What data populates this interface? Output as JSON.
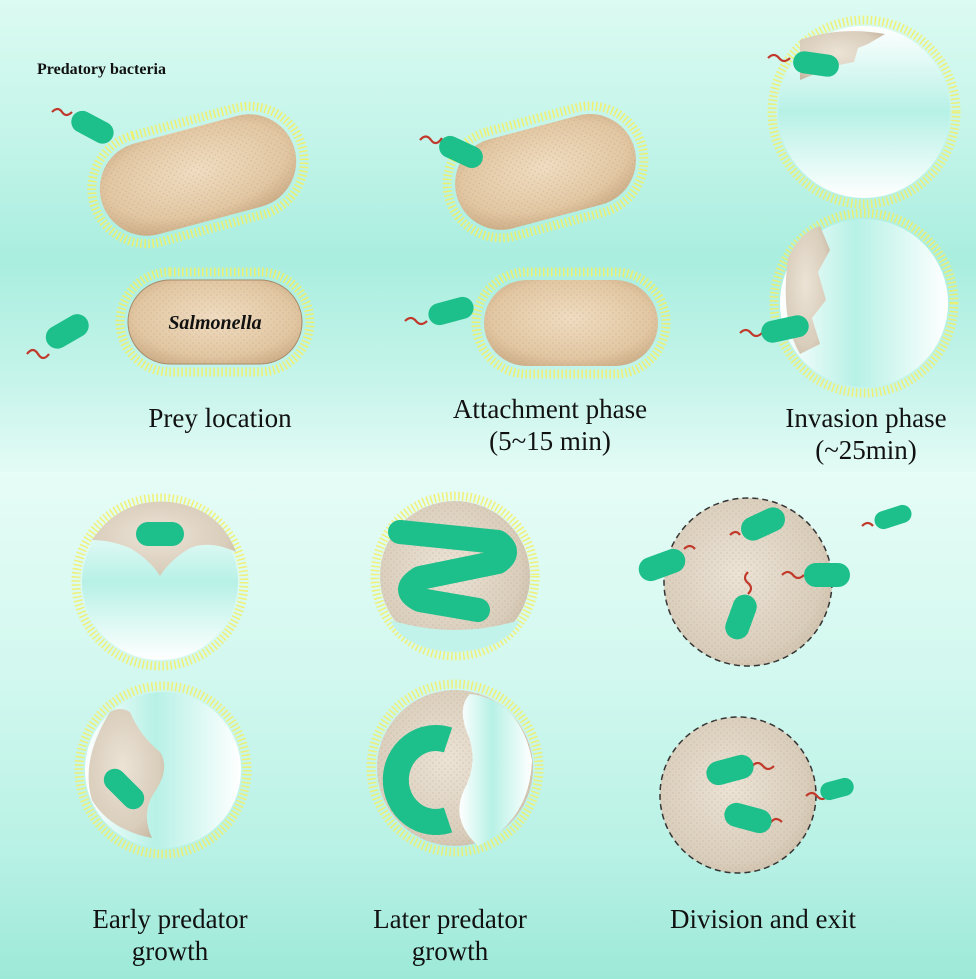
{
  "figure": {
    "title": "Predatory bacteria",
    "prey_label": "Salmonella",
    "stages": [
      {
        "id": "prey-location",
        "lines": [
          "Prey location"
        ]
      },
      {
        "id": "attachment",
        "lines": [
          "Attachment  phase",
          "(5~15 min)"
        ]
      },
      {
        "id": "invasion",
        "lines": [
          "Invasion  phase",
          "(~25min)"
        ]
      },
      {
        "id": "early-growth",
        "lines": [
          "Early predator",
          "growth"
        ]
      },
      {
        "id": "later-growth",
        "lines": [
          "Later predator",
          "growth"
        ]
      },
      {
        "id": "division-exit",
        "lines": [
          "Division and exit"
        ]
      }
    ]
  },
  "colors": {
    "background_top": "#dbfaf1",
    "background_mid": "#a8efe0",
    "predator": "#1dbf8a",
    "flagellum": "#c0392b",
    "prey_fill": "#e3c9a6",
    "prey_fringe": "#f2ee5a",
    "bdelloplast": "#d8ccb9",
    "periplasm_space": "#bdf2ea"
  }
}
